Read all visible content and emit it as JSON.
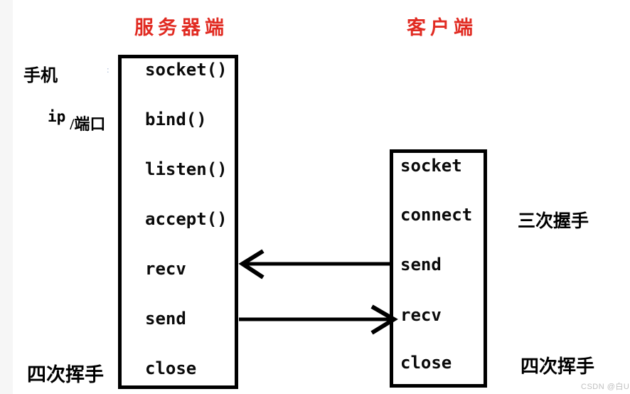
{
  "titles": {
    "server": "服务器端",
    "client": "客户端"
  },
  "labels": {
    "phone": "手机",
    "artifact_colon": ":",
    "ip": "ip",
    "port": "/端口",
    "handshake_right": "三次握手",
    "wave_right": "四次挥手",
    "wave_left": "四次挥手",
    "watermark": "CSDN @白U"
  },
  "server_box": {
    "items": [
      "socket()",
      "bind()",
      "listen()",
      "accept()",
      "recv",
      "send",
      "close"
    ]
  },
  "client_box": {
    "items": [
      "socket",
      "connect",
      "send",
      "recv",
      "close"
    ]
  },
  "arrows": [
    {
      "name": "client-send-to-server-recv",
      "from": "client.send",
      "to": "server.recv",
      "direction": "left"
    },
    {
      "name": "server-send-to-client-recv",
      "from": "server.send",
      "to": "client.recv",
      "direction": "right"
    }
  ],
  "colors": {
    "title_red": "#e12b22",
    "line_black": "#000000",
    "watermark_gray": "#bfbfbf",
    "left_strip_gray": "#f6f6f6"
  }
}
